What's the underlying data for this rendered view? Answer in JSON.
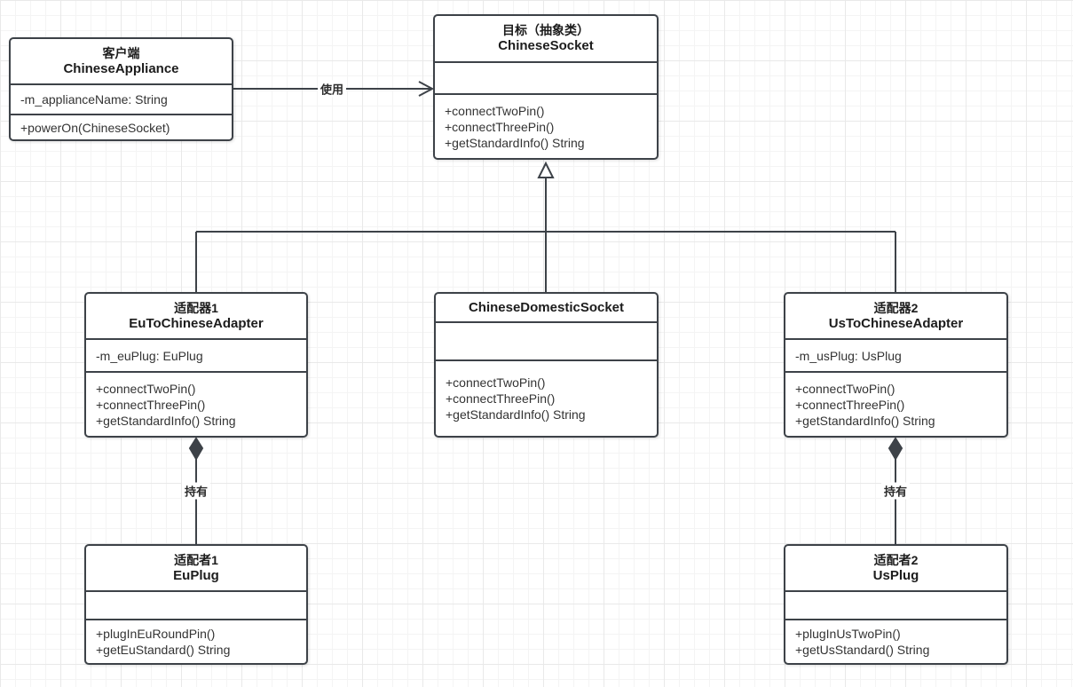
{
  "diagram": {
    "kind": "uml-class-diagram",
    "classes": {
      "client": {
        "stereotype": "客户端",
        "name": "ChineseAppliance",
        "attributes": [
          "-m_applianceName: String"
        ],
        "methods": [
          "+powerOn(ChineseSocket)"
        ]
      },
      "target": {
        "stereotype": "目标（抽象类）",
        "name": "ChineseSocket",
        "attributes": [],
        "methods": [
          "+connectTwoPin()",
          "+connectThreePin()",
          "+getStandardInfo() String"
        ]
      },
      "adapter1": {
        "stereotype": "适配器1",
        "name": "EuToChineseAdapter",
        "attributes": [
          "-m_euPlug: EuPlug"
        ],
        "methods": [
          "+connectTwoPin()",
          "+connectThreePin()",
          "+getStandardInfo() String"
        ]
      },
      "domestic": {
        "name": "ChineseDomesticSocket",
        "attributes": [],
        "methods": [
          "+connectTwoPin()",
          "+connectThreePin()",
          "+getStandardInfo() String"
        ]
      },
      "adapter2": {
        "stereotype": "适配器2",
        "name": "UsToChineseAdapter",
        "attributes": [
          "-m_usPlug: UsPlug"
        ],
        "methods": [
          "+connectTwoPin()",
          "+connectThreePin()",
          "+getStandardInfo() String"
        ]
      },
      "adaptee1": {
        "stereotype": "适配者1",
        "name": "EuPlug",
        "attributes": [],
        "methods": [
          "+plugInEuRoundPin()",
          "+getEuStandard() String"
        ]
      },
      "adaptee2": {
        "stereotype": "适配者2",
        "name": "UsPlug",
        "attributes": [],
        "methods": [
          "+plugInUsTwoPin()",
          "+getUsStandard() String"
        ]
      }
    },
    "relations": {
      "use": {
        "label": "使用",
        "type": "dependency-open-arrow",
        "from": "ChineseAppliance",
        "to": "ChineseSocket"
      },
      "generalization": {
        "type": "inheritance-hollow-triangle",
        "to": "ChineseSocket",
        "from": [
          "EuToChineseAdapter",
          "ChineseDomesticSocket",
          "UsToChineseAdapter"
        ]
      },
      "hold1": {
        "label": "持有",
        "type": "composition-filled-diamond",
        "from": "EuToChineseAdapter",
        "to": "EuPlug"
      },
      "hold2": {
        "label": "持有",
        "type": "composition-filled-diamond",
        "from": "UsToChineseAdapter",
        "to": "UsPlug"
      }
    },
    "colors": {
      "border": "#3d4248",
      "canvas": "#ffffff",
      "grid_minor": "#f4f4f4",
      "grid_major": "#e9e9e9",
      "text": "#333333"
    }
  }
}
